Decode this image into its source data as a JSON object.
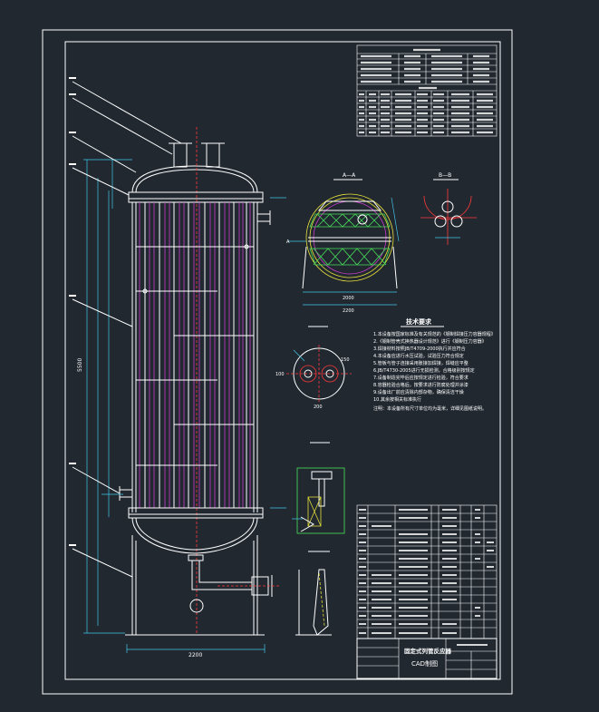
{
  "drawing": {
    "title_line1": "固定式列管反应器",
    "title_line2": "CAD制图",
    "main_width_dim": "2200",
    "main_height_dim": "5500",
    "section_aa_label": "A—A",
    "section_bb_label": "B—B",
    "aa_width_dim": "2000",
    "aa_total_dim": "2200",
    "aa_side_label": "A",
    "tube_view_dims": [
      "100",
      "200",
      "150"
    ],
    "tech_title": "技术要求",
    "tech_lines": [
      "1.本设备按国家标准及有关规范的《钢制焊接压力容器规程》",
      "2.《钢制管壳式换热器设计规范》进行《钢制压力容器》",
      "3.焊接材料按照JB/T4709-2000执行并应符合",
      "4.本设备应进行水压试验，试验压力符合规定",
      "5.管板与管子连接采用胀接加焊接，焊缝应平整",
      "6.JB/T4730-2005进行无损检测，合格级别按规定",
      "7.设备制造完毕后应按规定进行检验，符合要求",
      "8.容器检验合格后，按要求进行防腐处理并涂漆",
      "9.设备出厂前应清除内部杂物，确保清洁干燥",
      "10.其余按相关标准执行"
    ],
    "tech_note": "注明：本设备所有尺寸单位均为毫米，详细见图纸说明。"
  }
}
